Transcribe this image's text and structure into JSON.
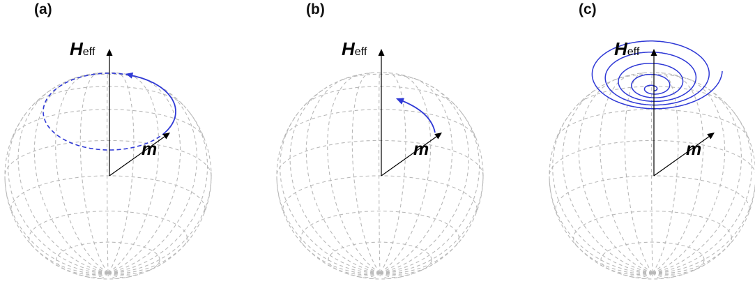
{
  "panels": [
    {
      "id": "a",
      "label": "(a)",
      "h_symbol": "H",
      "h_sub": "eff",
      "m_symbol": "m",
      "motion": "precession"
    },
    {
      "id": "b",
      "label": "(b)",
      "h_symbol": "H",
      "h_sub": "eff",
      "m_symbol": "m",
      "motion": "damping"
    },
    {
      "id": "c",
      "label": "(c)",
      "h_symbol": "H",
      "h_sub": "eff",
      "m_symbol": "m",
      "motion": "spiral"
    }
  ],
  "colors": {
    "grid": "#b8b8b8",
    "trajectory": "#2f39d6",
    "axis": "#000000",
    "text": "#000000"
  }
}
